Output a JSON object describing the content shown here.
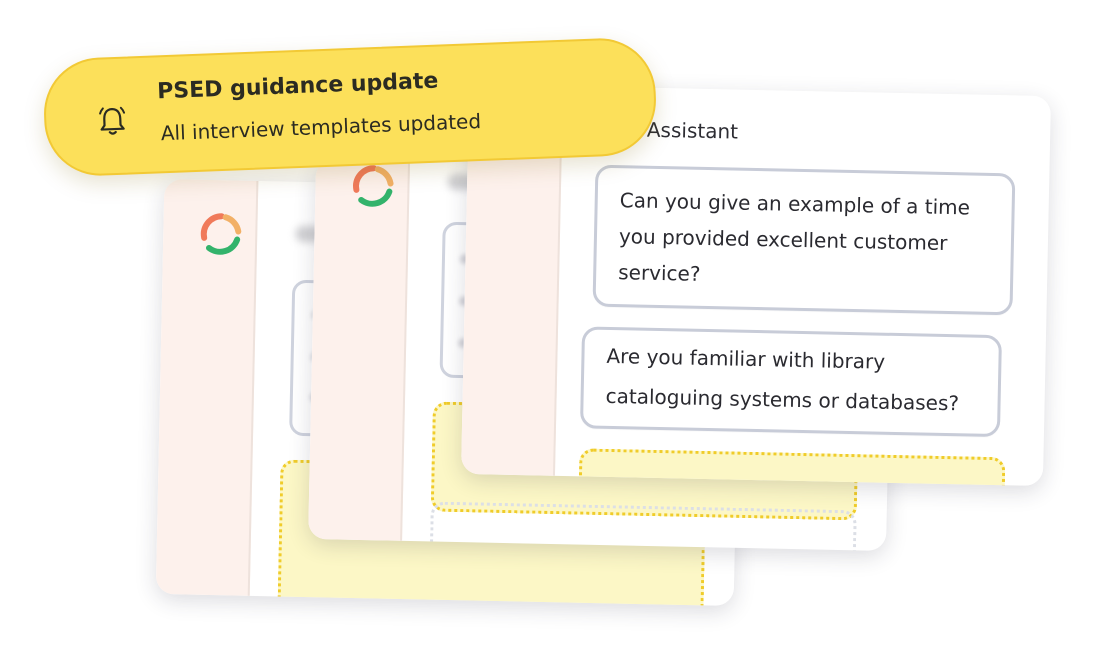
{
  "toast": {
    "title": "PSED guidance update",
    "subtitle": "All interview templates updated",
    "icon": "bell-icon"
  },
  "front_card": {
    "title": "ary Assistant",
    "questions": [
      "Can you give an example of a time you provided excellent customer service?",
      "Are you familiar with library cataloguing systems or databases?"
    ]
  },
  "colors": {
    "toast_background": "#fce05a",
    "sidebar_background": "#fdf1ec",
    "dotted_highlight": "#f0cc2a",
    "logo_red": "#f07a5a",
    "logo_orange": "#f2b066",
    "logo_green": "#33b36b"
  }
}
